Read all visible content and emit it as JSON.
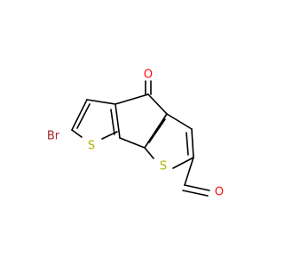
{
  "molecule": {
    "atoms": {
      "bromine": {
        "symbol": "Br"
      },
      "sulfur_left": {
        "symbol": "S"
      },
      "sulfur_right": {
        "symbol": "S"
      },
      "oxygen_ketone": {
        "symbol": "O"
      },
      "oxygen_aldehyde": {
        "symbol": "O"
      }
    },
    "colors": {
      "bond": "#000000",
      "bromine": "#a62929",
      "sulfur": "#b2b200",
      "oxygen": "#ff0d0d"
    }
  }
}
